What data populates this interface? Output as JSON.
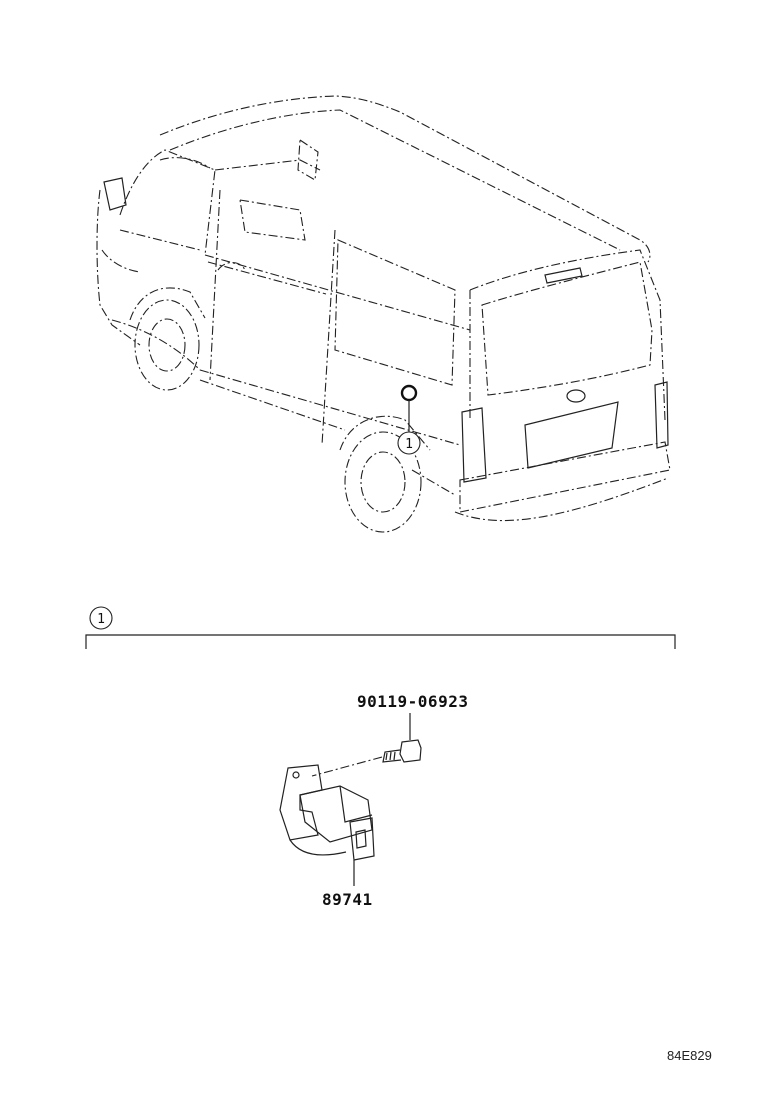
{
  "callouts": {
    "van_callout": "1",
    "section_callout": "1"
  },
  "parts": {
    "bolt_part_no": "90119-06923",
    "sensor_part_no": "89741"
  },
  "figure_code": "84E829",
  "colors": {
    "line": "#222222",
    "background": "#ffffff"
  }
}
